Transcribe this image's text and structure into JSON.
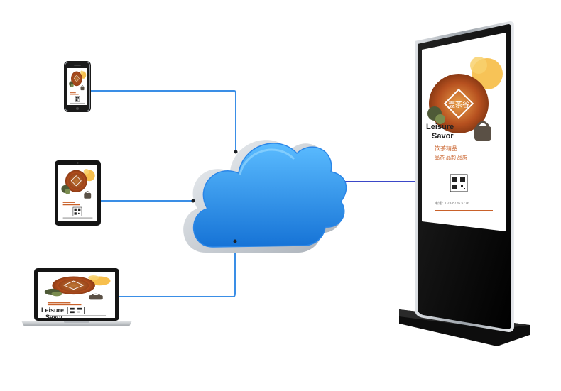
{
  "poster": {
    "logo_text": "壹茶谷",
    "headline_line1": "Leisure",
    "headline_line2": "Savor",
    "subtitle": "饮茶精品",
    "features": "品茶 品韵 品质",
    "footer_line": "电话：023-8726 5776"
  },
  "colors": {
    "connector": "#3a8ee6",
    "cloud_top": "#49aef7",
    "cloud_bottom": "#1677d9",
    "cloud_rim": "#c7ccd2",
    "poster_accent": "#c9612a",
    "poster_gold": "#f6b83a",
    "device_frame": "#1a1a1a"
  },
  "icons": {
    "cloud": "cloud-icon",
    "phone": "smartphone-icon",
    "tablet": "tablet-icon",
    "laptop": "laptop-icon",
    "kiosk": "digital-signage-kiosk-icon"
  }
}
